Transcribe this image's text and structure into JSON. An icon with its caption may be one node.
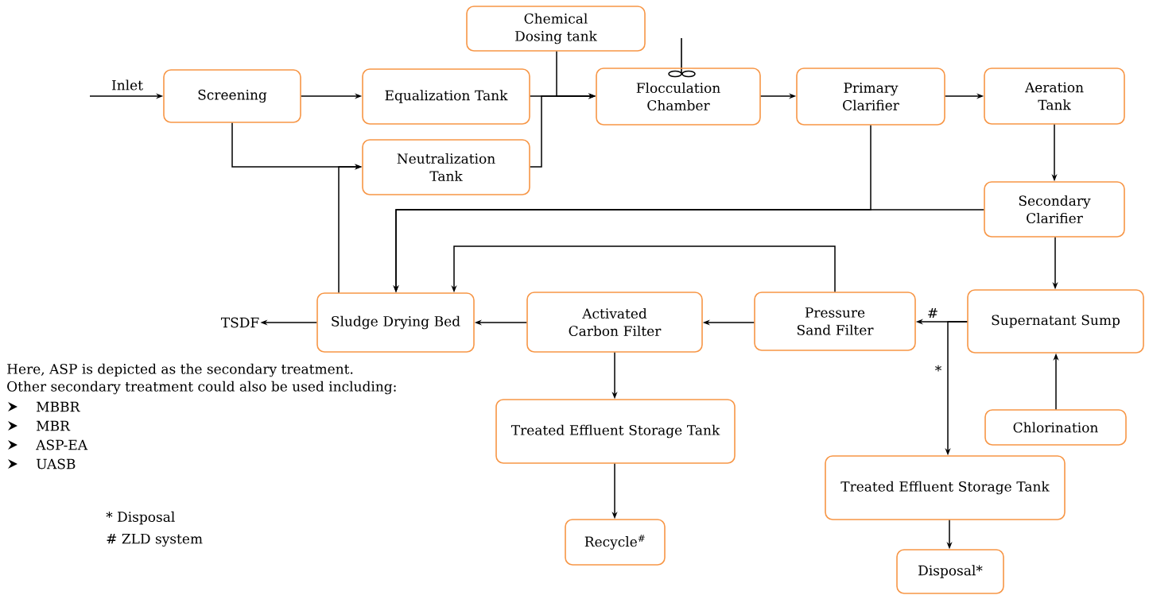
{
  "diagram": {
    "nodes": [
      {
        "text": [
          "Screening"
        ]
      },
      {
        "text": [
          "Equalization Tank"
        ]
      },
      {
        "text": [
          "Chemical Dosing tank"
        ]
      },
      {
        "text": [
          "Flocculation Chamber"
        ]
      },
      {
        "text": [
          "Primary Clarifier"
        ]
      },
      {
        "text": [
          "Aeration Tank"
        ]
      },
      {
        "text": [
          "Neutralization Tank"
        ]
      },
      {
        "text": [
          "Secondary Clarifier"
        ]
      },
      {
        "text": [
          "Sludge Drying Bed"
        ]
      },
      {
        "text": [
          "Activated Carbon Filter"
        ]
      },
      {
        "text": [
          "Pressure Sand Filter"
        ]
      },
      {
        "text": [
          "Supernatant Sump"
        ]
      },
      {
        "text": [
          "Chlorination"
        ]
      },
      {
        "text": [
          "TSDF"
        ]
      },
      {
        "text": [
          "Treated Effluent Storage Tank"
        ]
      },
      {
        "text": [
          "Treated Effluent Storage Tank"
        ]
      },
      {
        "text": [
          "Recycle$^{#}$"
        ]
      },
      {
        "text": [
          "Disposal*"
        ]
      }
    ],
    "edges": [
      {
        "from": null,
        "to": 0,
        "arrow": "to",
        "label": "Inlet"
      },
      {
        "from": 0,
        "to": 1,
        "arrow": "to"
      },
      {
        "from": 0,
        "to": 6,
        "arrow": "to"
      },
      {
        "from": 1,
        "to": 3,
        "arrow": "to"
      },
      {
        "from": 2,
        "to": 3,
        "arrow": "to"
      },
      {
        "from": 6,
        "to": 3,
        "arrow": "to"
      },
      {
        "from": 3,
        "to": 4,
        "arrow": "to"
      },
      {
        "from": 4,
        "to": 5,
        "arrow": "to"
      },
      {
        "from": 5,
        "to": 7,
        "arrow": "to"
      },
      {
        "from": 7,
        "to": 8,
        "arrow": "to"
      },
      {
        "from": 4,
        "to": 8,
        "arrow": "to"
      },
      {
        "from": 7,
        "to": 11,
        "arrow": "to"
      },
      {
        "from": 11,
        "to": 10,
        "arrow": "to",
        "label": "#"
      },
      {
        "from": 11,
        "to": 15,
        "arrow": "to",
        "label": "*"
      },
      {
        "from": 12,
        "to": 11,
        "arrow": "to"
      },
      {
        "from": 10,
        "to": 9,
        "arrow": "to"
      },
      {
        "from": 10,
        "to": 8,
        "arrow": "to"
      },
      {
        "from": 9,
        "to": 8,
        "arrow": "to"
      },
      {
        "from": 8,
        "to": 13,
        "arrow": "to"
      },
      {
        "from": 8,
        "to": 6,
        "arrow": "to"
      },
      {
        "from": 9,
        "to": 14,
        "arrow": "to"
      },
      {
        "from": 14,
        "to": 16,
        "arrow": "to"
      },
      {
        "from": 15,
        "to": 17,
        "arrow": "to"
      }
    ],
    "labels": [
      "Here, ASP is depicted as the secondary treatment.",
      "Other secondary treatment could also be used including:",
      "MBBR",
      "MBR",
      "ASP-EA",
      "UASB",
      "* Disposal",
      "# ZLD system"
    ]
  }
}
